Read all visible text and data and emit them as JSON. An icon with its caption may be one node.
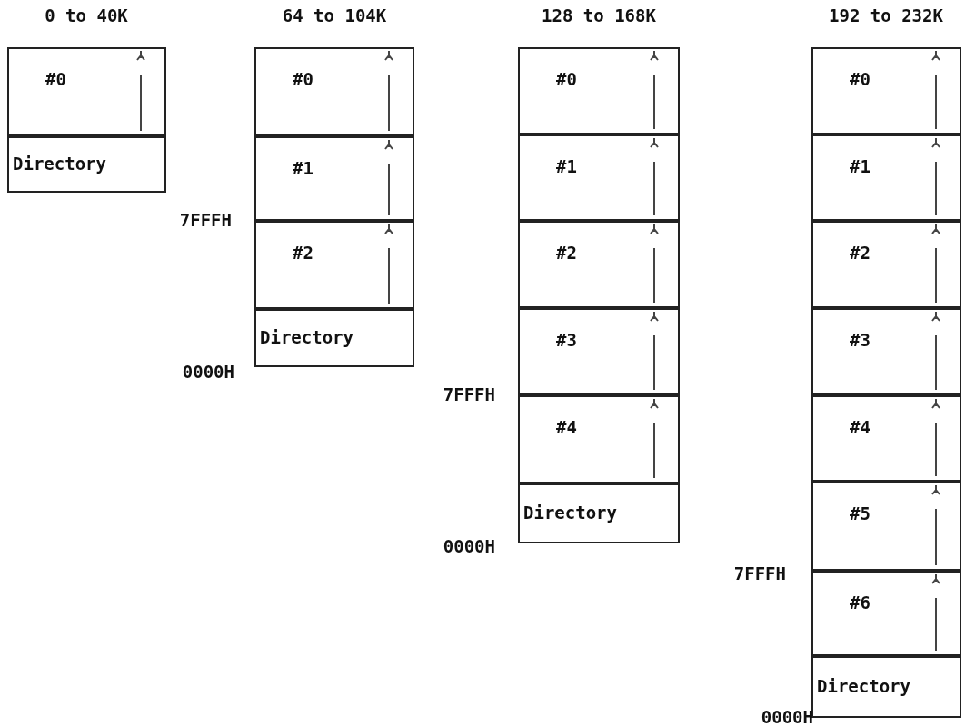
{
  "diagram": {
    "nodes": [
      {
        "text": [
          "#0"
        ]
      },
      {
        "text": [
          "Directory"
        ]
      },
      {
        "text": [
          "#0"
        ]
      },
      {
        "text": [
          "#1"
        ]
      },
      {
        "text": [
          "#2"
        ]
      },
      {
        "text": [
          "Directory"
        ]
      },
      {
        "text": [
          "#0"
        ]
      },
      {
        "text": [
          "#1"
        ]
      },
      {
        "text": [
          "#2"
        ]
      },
      {
        "text": [
          "#3"
        ]
      },
      {
        "text": [
          "#4"
        ]
      },
      {
        "text": [
          "Directory"
        ]
      },
      {
        "text": [
          "#0"
        ]
      },
      {
        "text": [
          "#1"
        ]
      },
      {
        "text": [
          "#2"
        ]
      },
      {
        "text": [
          "#3"
        ]
      },
      {
        "text": [
          "#4"
        ]
      },
      {
        "text": [
          "#5"
        ]
      },
      {
        "text": [
          "#6"
        ]
      },
      {
        "text": [
          "Directory"
        ]
      }
    ],
    "labels": [
      "0 to 40K",
      "64 to 104K",
      "128 to 168K",
      "192 to 232K",
      "7FFFH",
      "0000H",
      "7FFFH",
      "0000H",
      "7FFFH",
      "0000H"
    ]
  }
}
